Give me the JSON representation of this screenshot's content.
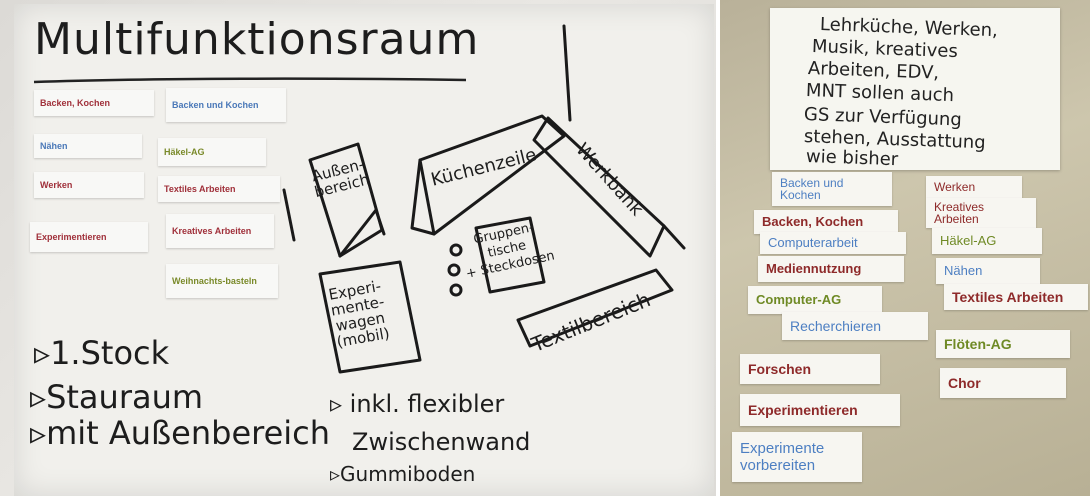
{
  "left_board": {
    "title": "Multifunktionsraum",
    "cards": [
      {
        "text": "Backen, Kochen",
        "color": "#a0303a"
      },
      {
        "text": "Backen und Kochen",
        "color": "#4a78b8"
      },
      {
        "text": "Nähen",
        "color": "#4a78b8"
      },
      {
        "text": "Häkel-AG",
        "color": "#7a8a2a"
      },
      {
        "text": "Werken",
        "color": "#a0303a"
      },
      {
        "text": "Textiles Arbeiten",
        "color": "#a0303a"
      },
      {
        "text": "Experimentieren",
        "color": "#a0303a"
      },
      {
        "text": "Kreatives Arbeiten",
        "color": "#a0303a"
      },
      {
        "text": "Weihnachts-basteln",
        "color": "#7a8a2a"
      }
    ],
    "sketch_labels": {
      "aussenbereich": "Außen-\nbereich",
      "kuechenzeile": "Küchenzeile",
      "werkbank": "Werkbank",
      "experimentwagen": "Experi-\nmente-\nwagen\n(mobil)",
      "gruppentische": "Gruppen-\ntische\n+ Steckdosen",
      "textilbereich": "Textilbereich"
    },
    "bullets": [
      "▹1.Stock",
      "▹Stauraum",
      "▹mit Außenbereich",
      "▹ inkl. flexibler",
      "Zwischenwand",
      "▹Gummiboden"
    ]
  },
  "right_board": {
    "note_lines": [
      "Lehrküche, Werken,",
      "Musik, kreatives",
      "Arbeiten, EDV,",
      "MNT sollen auch",
      "GS zur Verfügung",
      "stehen, Ausstattung",
      "wie bisher"
    ],
    "cards": [
      {
        "text": "Backen und Kochen",
        "color": "#4d7fc2"
      },
      {
        "text": "Werken",
        "color": "#8e2a2a"
      },
      {
        "text": "Kreatives Arbeiten",
        "color": "#8e2a2a"
      },
      {
        "text": "Backen, Kochen",
        "color": "#8e2a2a"
      },
      {
        "text": "Computerarbeit",
        "color": "#4d7fc2"
      },
      {
        "text": "Häkel-AG",
        "color": "#6f8a25"
      },
      {
        "text": "Mediennutzung",
        "color": "#8e2a2a"
      },
      {
        "text": "Nähen",
        "color": "#4d7fc2"
      },
      {
        "text": "Computer-AG",
        "color": "#6f8a25"
      },
      {
        "text": "Textiles Arbeiten",
        "color": "#8e2a2a"
      },
      {
        "text": "Recherchieren",
        "color": "#4d7fc2"
      },
      {
        "text": "Flöten-AG",
        "color": "#6f8a25"
      },
      {
        "text": "Forschen",
        "color": "#8e2a2a"
      },
      {
        "text": "Chor",
        "color": "#8e2a2a"
      },
      {
        "text": "Experimentieren",
        "color": "#8e2a2a"
      },
      {
        "text": "Experimente vorbereiten",
        "color": "#4d7fc2"
      }
    ]
  }
}
